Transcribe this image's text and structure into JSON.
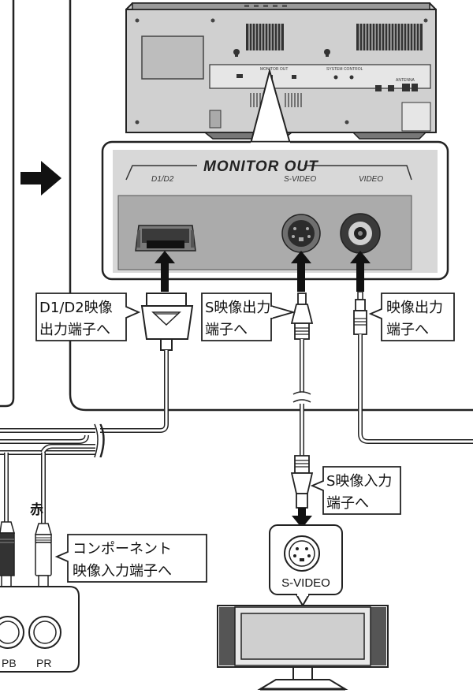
{
  "panel": {
    "title": "MONITOR OUT",
    "port_d1d2": "D1/D2",
    "port_svideo": "S-VIDEO",
    "port_video": "VIDEO"
  },
  "callouts": {
    "d1d2_out": [
      "D1/D2映像",
      "出力端子へ"
    ],
    "svideo_out": [
      "S映像出力",
      "端子へ"
    ],
    "video_out": [
      "映像出力",
      "端子へ"
    ],
    "svideo_in": [
      "S映像入力",
      "端子へ"
    ],
    "component_in": [
      "コンポーネント",
      "映像入力端子へ"
    ]
  },
  "labels": {
    "red": "赤",
    "tv_svideo": "S-VIDEO",
    "pb": "PB",
    "pr": "PR"
  },
  "unit_rear_labels": {
    "monitor_out": "MONITOR OUT",
    "system_control": "SYSTEM CONTROL",
    "antenna": "ANTENNA"
  }
}
